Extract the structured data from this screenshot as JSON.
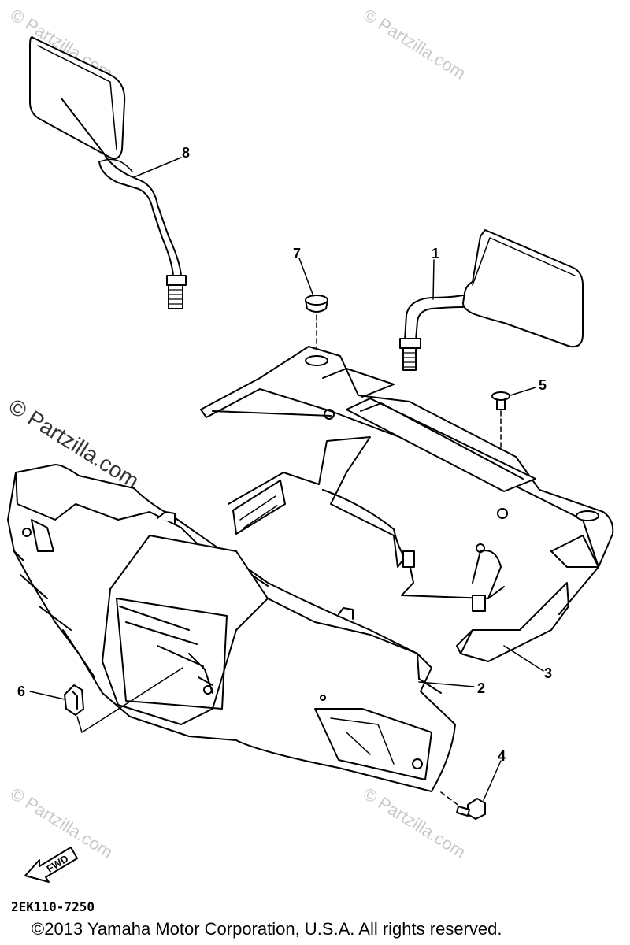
{
  "watermark": "© Partzilla.com",
  "callouts": [
    "1",
    "2",
    "3",
    "4",
    "5",
    "6",
    "7",
    "8"
  ],
  "fwd_label": "FWD",
  "diagram_code": "2EK110-7250",
  "copyright": "©2013  Yamaha Motor Corporation, U.S.A. All rights reserved."
}
